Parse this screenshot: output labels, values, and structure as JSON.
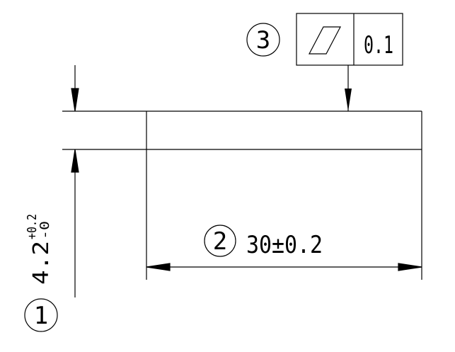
{
  "drawing": {
    "line_color": "#000000",
    "background": "#ffffff",
    "callouts": {
      "one": "1",
      "two": "2",
      "three": "3"
    },
    "thickness_dimension": {
      "nominal": "4.2",
      "upper_tolerance": "+0.2",
      "lower_tolerance": "-0"
    },
    "length_dimension": {
      "text": "30±0.2"
    },
    "flatness_frame": {
      "symbol": "flatness-parallelogram-icon",
      "tolerance": "0.1"
    }
  }
}
